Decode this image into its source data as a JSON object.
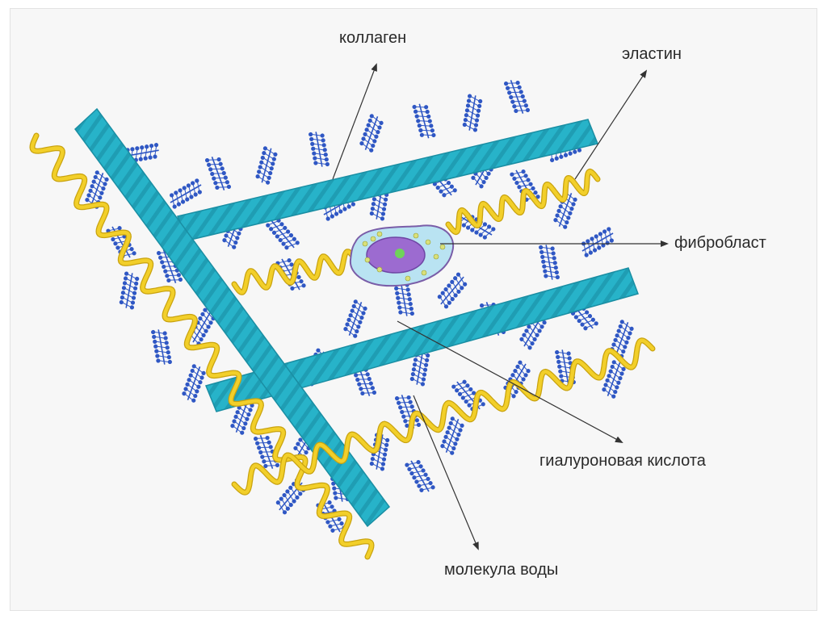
{
  "labels": {
    "collagen": "коллаген",
    "elastin": "эластин",
    "fibroblast": "фибробласт",
    "hyaluronic_acid": "гиалуроновая кислота",
    "water_molecule": "молекула воды"
  },
  "colors": {
    "collagen_fiber": "#27b3c9",
    "collagen_dark": "#1a8ea3",
    "elastin_helix": "#f2cf2a",
    "elastin_edge": "#c9a30f",
    "hyaluronic_molecule": "#2f57c4",
    "fibroblast_cell": "#b9e3f2",
    "fibroblast_nucleus": "#9c6bd0",
    "nucleolus": "#6fd35a",
    "pointer_line": "#333333"
  }
}
